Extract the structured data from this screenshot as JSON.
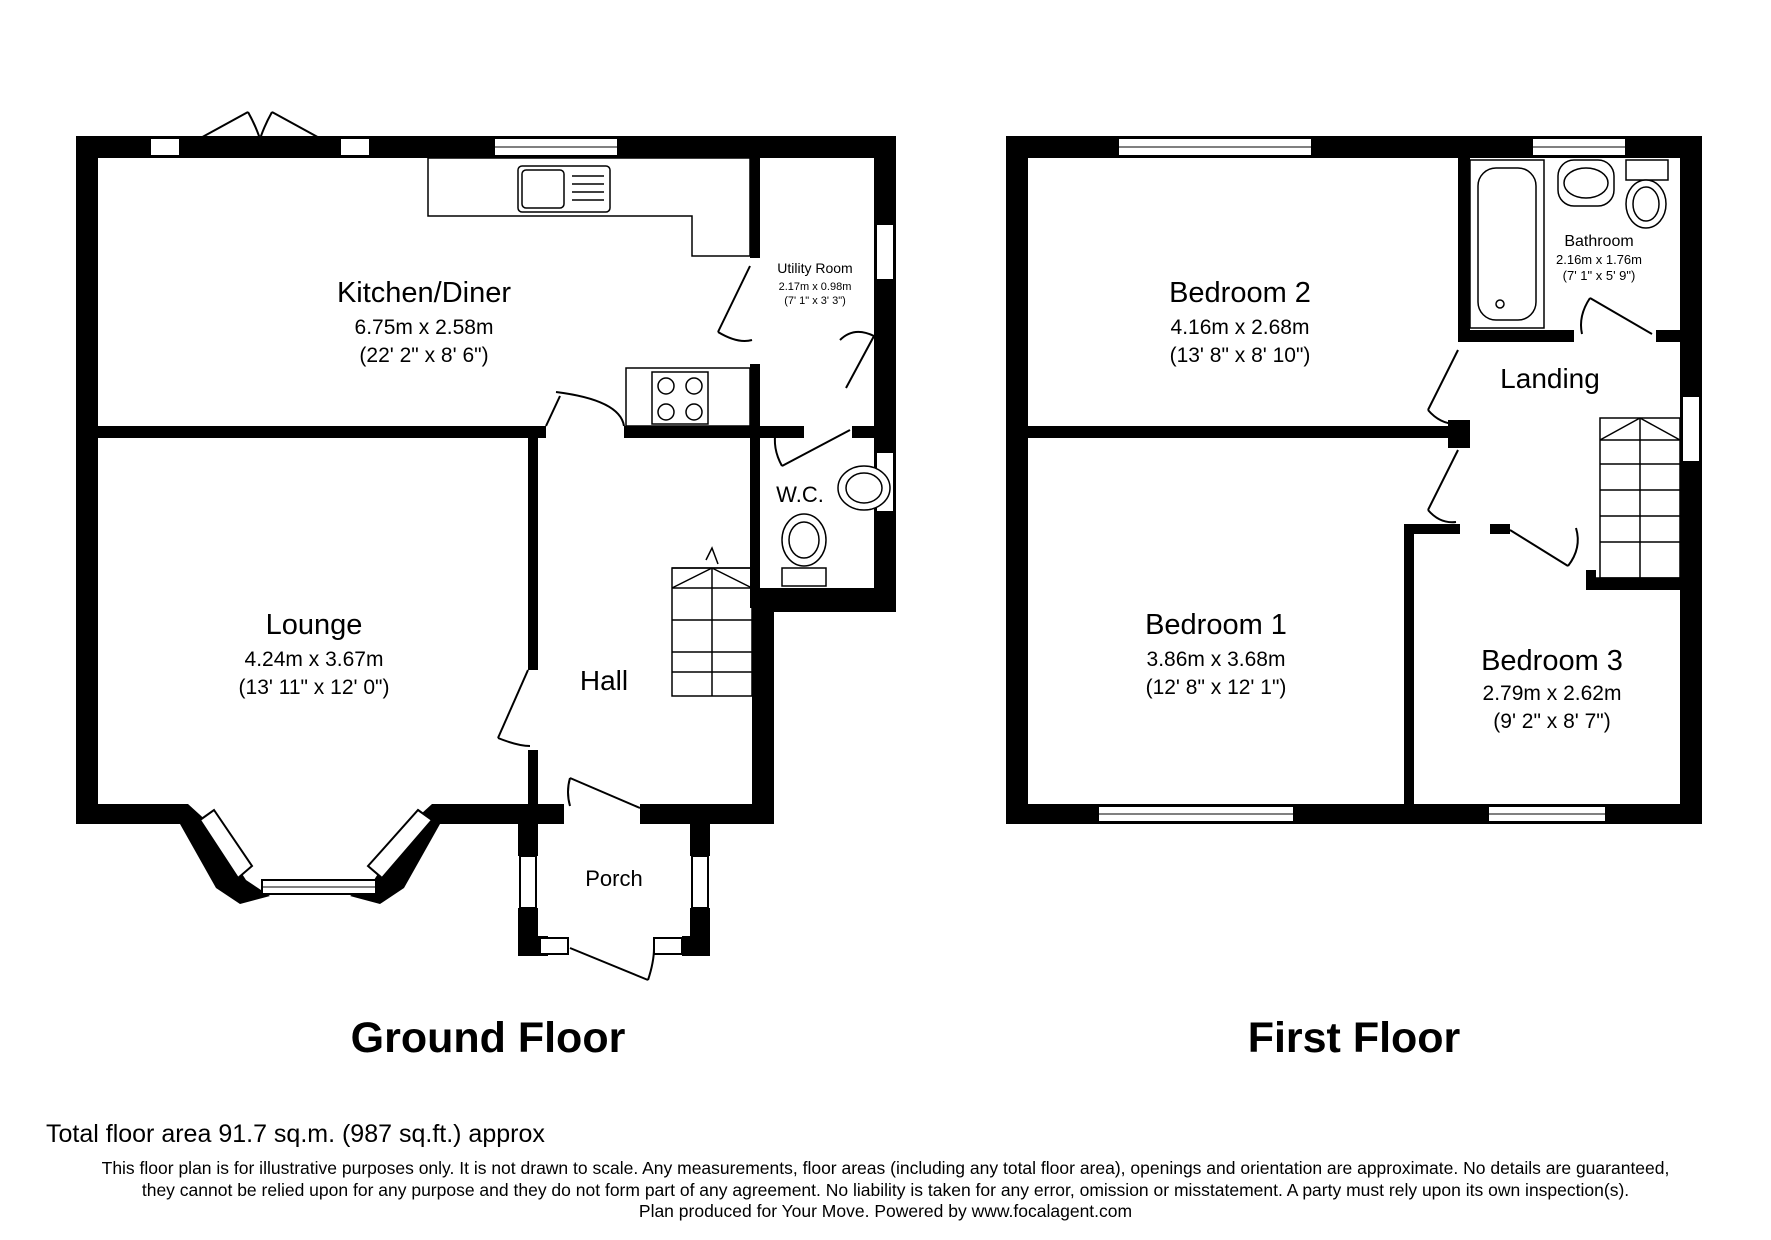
{
  "floors": [
    {
      "title": "Ground Floor"
    },
    {
      "title": "First Floor"
    }
  ],
  "rooms": {
    "kitchen": {
      "name": "Kitchen/Diner",
      "metric": "6.75m x 2.58m",
      "imperial": "(22' 2\" x 8' 6\")"
    },
    "utility": {
      "name": "Utility Room",
      "metric": "2.17m x 0.98m",
      "imperial": "(7' 1\" x 3' 3\")"
    },
    "wc": {
      "name": "W.C."
    },
    "lounge": {
      "name": "Lounge",
      "metric": "4.24m x 3.67m",
      "imperial": "(13' 11\" x 12' 0\")"
    },
    "hall": {
      "name": "Hall"
    },
    "porch": {
      "name": "Porch"
    },
    "bedroom2": {
      "name": "Bedroom 2",
      "metric": "4.16m x 2.68m",
      "imperial": "(13' 8\" x 8' 10\")"
    },
    "bathroom": {
      "name": "Bathroom",
      "metric": "2.16m x 1.76m",
      "imperial": "(7' 1\" x 5' 9\")"
    },
    "landing": {
      "name": "Landing"
    },
    "bedroom1": {
      "name": "Bedroom 1",
      "metric": "3.86m x 3.68m",
      "imperial": "(12' 8\" x 12' 1\")"
    },
    "bedroom3": {
      "name": "Bedroom 3",
      "metric": "2.79m x 2.62m",
      "imperial": "(9' 2\" x 8' 7\")"
    }
  },
  "footer": {
    "total": "Total floor area 91.7 sq.m. (987 sq.ft.) approx",
    "line1": "This floor plan is for illustrative purposes only. It is not drawn to scale. Any measurements, floor areas (including any total floor area), openings and orientation are approximate. No details are guaranteed,",
    "line2": "they cannot be relied upon for any purpose and they do not form part of any agreement. No liability is taken for any error, omission or misstatement. A party must rely upon its own inspection(s).",
    "line3": "Plan produced for Your Move. Powered by www.focalagent.com"
  }
}
